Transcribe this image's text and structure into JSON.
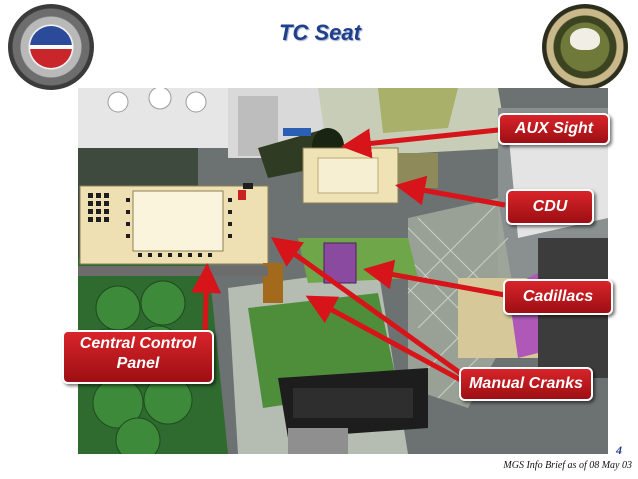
{
  "slide": {
    "title": "TC Seat",
    "page_number": "4",
    "footer": "MGS Info Brief as of  08 May 03"
  },
  "callouts": {
    "aux_sight": "AUX Sight",
    "cdu": "CDU",
    "cadillacs": "Cadillacs",
    "central_control_panel": "Central Control Panel",
    "manual_cranks": "Manual Cranks"
  },
  "colors": {
    "title": "#1f3f8a",
    "callout": "#c8191f",
    "arrow": "#d6141a"
  }
}
